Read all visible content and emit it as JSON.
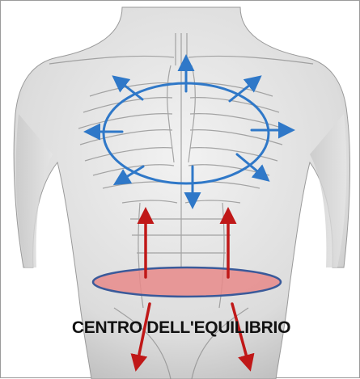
{
  "caption": "CENTRO DELL'EQUILIBRIO",
  "colors": {
    "background": "#ffffff",
    "skin_light": "#e9e9e9",
    "skin_shadow": "#b9b9b9",
    "anatomy_line": "#8c8c8c",
    "ribcage_ellipse": "#2f78c8",
    "expansion_arrows": "#2f78c8",
    "pelvic_ellipse_fill": "#e88a8a",
    "pelvic_ellipse_stroke": "#3a5a9a",
    "pressure_arrows": "#c01818",
    "caption_text": "#111111"
  },
  "icons": {
    "ribcage_ellipse": "ellipse-outline",
    "expansion_arrows": "arrow-radial",
    "pressure_arrows": "arrow-straight"
  }
}
